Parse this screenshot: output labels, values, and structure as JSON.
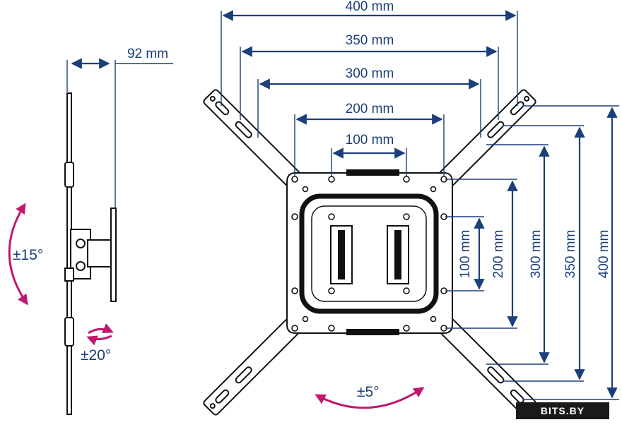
{
  "dimensions": {
    "width_400": "400 mm",
    "width_350": "350 mm",
    "width_300": "300 mm",
    "width_200": "200 mm",
    "width_100": "100 mm",
    "height_100": "100 mm",
    "height_200": "200 mm",
    "height_300": "300 mm",
    "height_350": "350 mm",
    "height_400": "400 mm",
    "depth": "92 mm"
  },
  "angles": {
    "tilt": "±15°",
    "swivel": "±20°",
    "rotation": "±5°"
  },
  "watermark": "BITS.BY",
  "colors": {
    "dimension": "#1b3f7a",
    "angle_arrow": "#c0186e",
    "outline": "#111111"
  }
}
